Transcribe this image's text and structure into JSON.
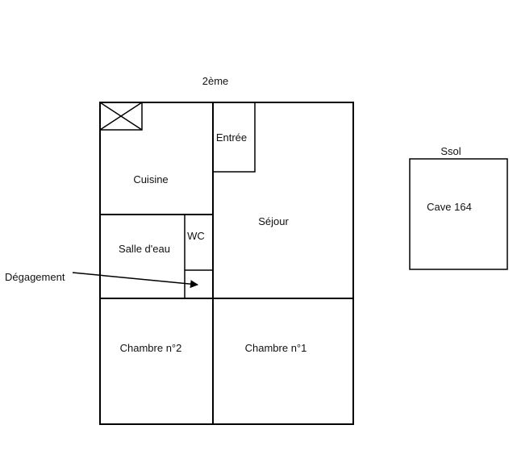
{
  "floor_label": "2ème",
  "basement_label": "Ssol",
  "rooms": {
    "cuisine": "Cuisine",
    "entree": "Entrée",
    "sejour": "Séjour",
    "salle_eau": "Salle d'eau",
    "wc": "WC",
    "chambre2": "Chambre n°2",
    "chambre1": "Chambre n°1",
    "cave": "Cave 164"
  },
  "callout": "Dégagement"
}
